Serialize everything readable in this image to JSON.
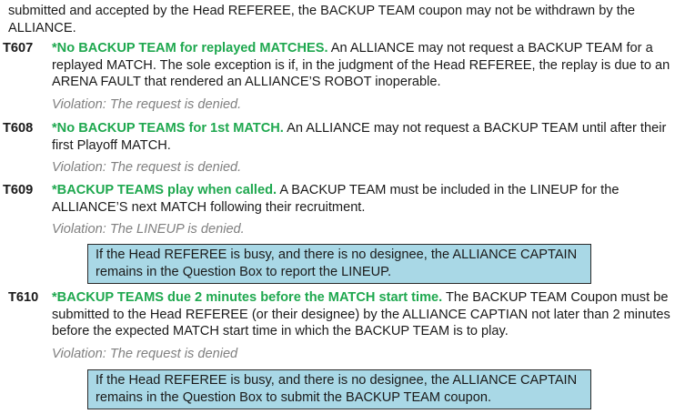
{
  "intro": {
    "text": "submitted and accepted by the Head REFEREE, the BACKUP TEAM coupon may not be withdrawn by the ALLIANCE."
  },
  "rules": [
    {
      "id": "T607",
      "title": "*No BACKUP TEAM for replayed MATCHES.",
      "body": " An ALLIANCE may not request a BACKUP TEAM for a replayed MATCH. The sole exception is if, in the judgment of the Head REFEREE, the replay is due to an ARENA FAULT that rendered an ALLIANCE’S ROBOT inoperable.",
      "violation": "Violation: The request is denied."
    },
    {
      "id": "T608",
      "title": "*No BACKUP TEAMS for 1st MATCH.",
      "body": " An ALLIANCE may not request a BACKUP TEAM until after their first Playoff MATCH.",
      "violation": "Violation: The request is denied."
    },
    {
      "id": "T609",
      "title": "*BACKUP TEAMS play when called.",
      "body": " A BACKUP TEAM must be included in the LINEUP for the ALLIANCE’S next MATCH following their recruitment.",
      "violation": "Violation: The LINEUP is denied.",
      "note": "If the Head REFEREE is busy, and there is no designee, the ALLIANCE CAPTAIN remains in the Question Box to report the LINEUP."
    },
    {
      "id": "T610",
      "title": "*BACKUP TEAMS due 2 minutes before the MATCH start time.",
      "body": " The BACKUP TEAM Coupon must be submitted to the Head REFEREE (or their designee) by the ALLIANCE CAPTIAN not later than 2 minutes before the expected MATCH start time in which the BACKUP TEAM is to play.",
      "violation": "Violation: The request is denied",
      "note": "If the Head REFEREE is busy, and there is no designee, the ALLIANCE CAPTAIN remains in the Question Box to submit the BACKUP TEAM coupon."
    }
  ],
  "colors": {
    "rule_title": "#1fa84f",
    "violation_text": "#808080",
    "note_background": "#a9d8e6"
  }
}
